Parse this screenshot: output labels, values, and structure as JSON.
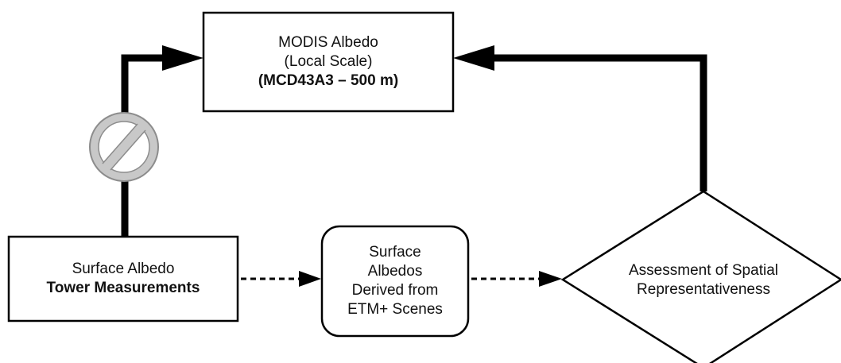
{
  "modis_box": {
    "line1": "MODIS Albedo",
    "line2": "(Local Scale)",
    "line3": "(MCD43A3 – 500 m)"
  },
  "tower_box": {
    "line1": "Surface Albedo",
    "line2": "Tower Measurements"
  },
  "etm_box": {
    "line1": "Surface",
    "line2": "Albedos",
    "line3": "Derived from",
    "line4": "ETM+ Scenes"
  },
  "assessment_diamond": {
    "line1": "Assessment of Spatial",
    "line2": "Representativeness"
  },
  "colors": {
    "line": "#000000",
    "prohibition_fill": "#bdbdbd",
    "prohibition_ring": "#a6a6a6"
  },
  "icons": {
    "prohibition": "prohibited-icon"
  }
}
